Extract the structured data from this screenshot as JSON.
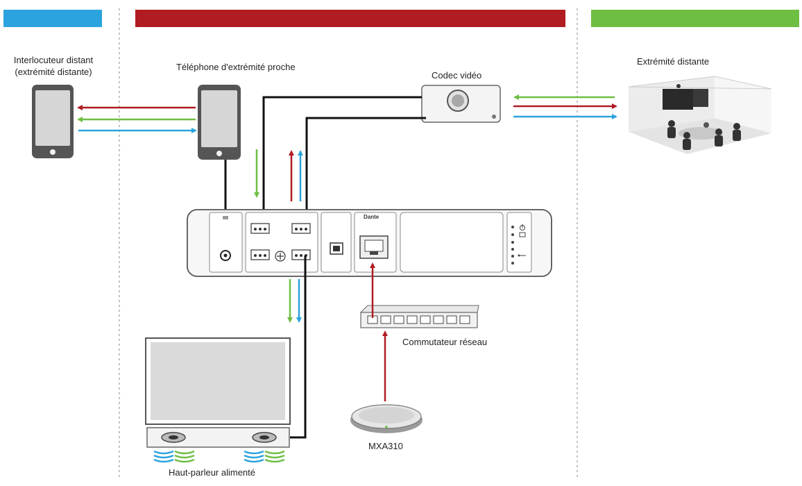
{
  "colors": {
    "zone_left": "#2ba3de",
    "zone_middle": "#b01c22",
    "zone_right": "#6fbe44",
    "arrow_red": "#b01c22",
    "arrow_green": "#6fbe44",
    "arrow_blue": "#2ba3de",
    "cable": "#111111"
  },
  "labels": {
    "remote_caller_line1": "Interlocuteur distant",
    "remote_caller_line2": "(extrémité distante)",
    "near_phone": "Téléphone d'extrémité proche",
    "video_codec": "Codec vidéo",
    "far_end": "Extrémité distante",
    "network_switch": "Commutateur réseau",
    "microphone": "MXA310",
    "powered_speaker": "Haut-parleur alimenté",
    "dante": "Dante"
  },
  "icons": [
    "smartphone-icon",
    "smartphone-icon",
    "video-codec-icon",
    "conference-room-icon",
    "audio-processor-icon",
    "network-switch-icon",
    "microphone-icon",
    "display-speaker-icon",
    "power-icon",
    "network-icon",
    "usb-icon"
  ]
}
